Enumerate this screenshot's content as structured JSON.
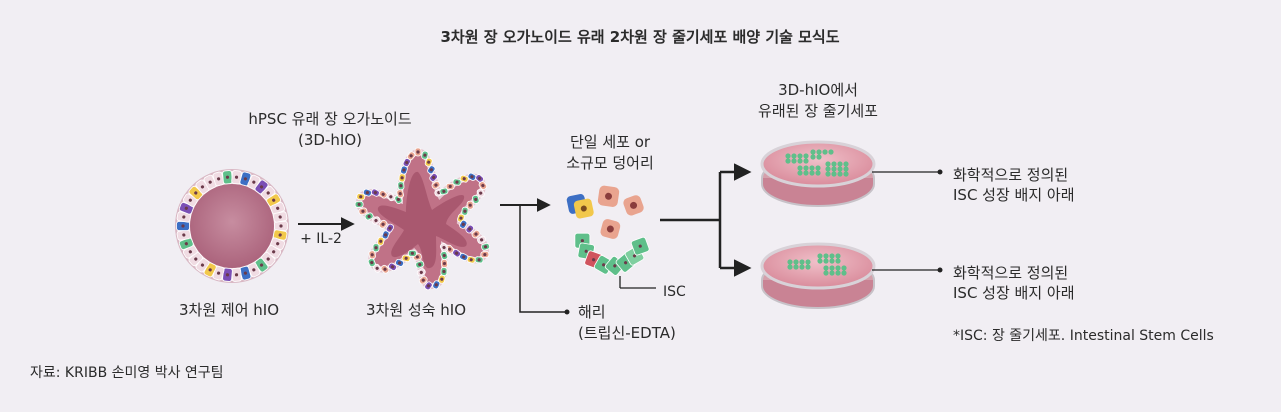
{
  "title": "3차원 장 오가노이드 유래 2차원 장 줄기세포 배양 기술 모식도",
  "labels": {
    "hpsc_line1": "hPSC 유래 장 오가노이드",
    "hpsc_line2": "(3D-hIO)",
    "single_line1": "단일 세포 or",
    "single_line2": "소규모 덩어리",
    "derived_line1": "3D-hIO에서",
    "derived_line2": "유래된 장 줄기세포",
    "il2": "+ IL-2",
    "control": "3차원 제어 hIO",
    "mature": "3차원 성숙 hIO",
    "dissoc_line1": "해리",
    "dissoc_line2": "(트립신-EDTA)",
    "isc": "ISC",
    "cond1_line1": "화학적으로 정의된",
    "cond1_line2": "ISC 성장 배지 아래",
    "cond2_line1": "화학적으로 정의된",
    "cond2_line2": "ISC 성장 배지 아래",
    "footnote": "*ISC: 장 줄기세포. Intestinal Stem Cells",
    "source": "자료: KRIBB 손미영 박사 연구팀"
  },
  "colors": {
    "background": "#f1eef3",
    "tissue": "#c9879a",
    "lumen": "#e8c9d2",
    "cell_green": "#5fbf8a",
    "cell_blue": "#3d6fc4",
    "cell_yellow": "#f2c84b",
    "cell_purple": "#7b4fb5",
    "cell_peach": "#e9a48f",
    "dish": "#e39aa8",
    "arrow": "#222222"
  }
}
